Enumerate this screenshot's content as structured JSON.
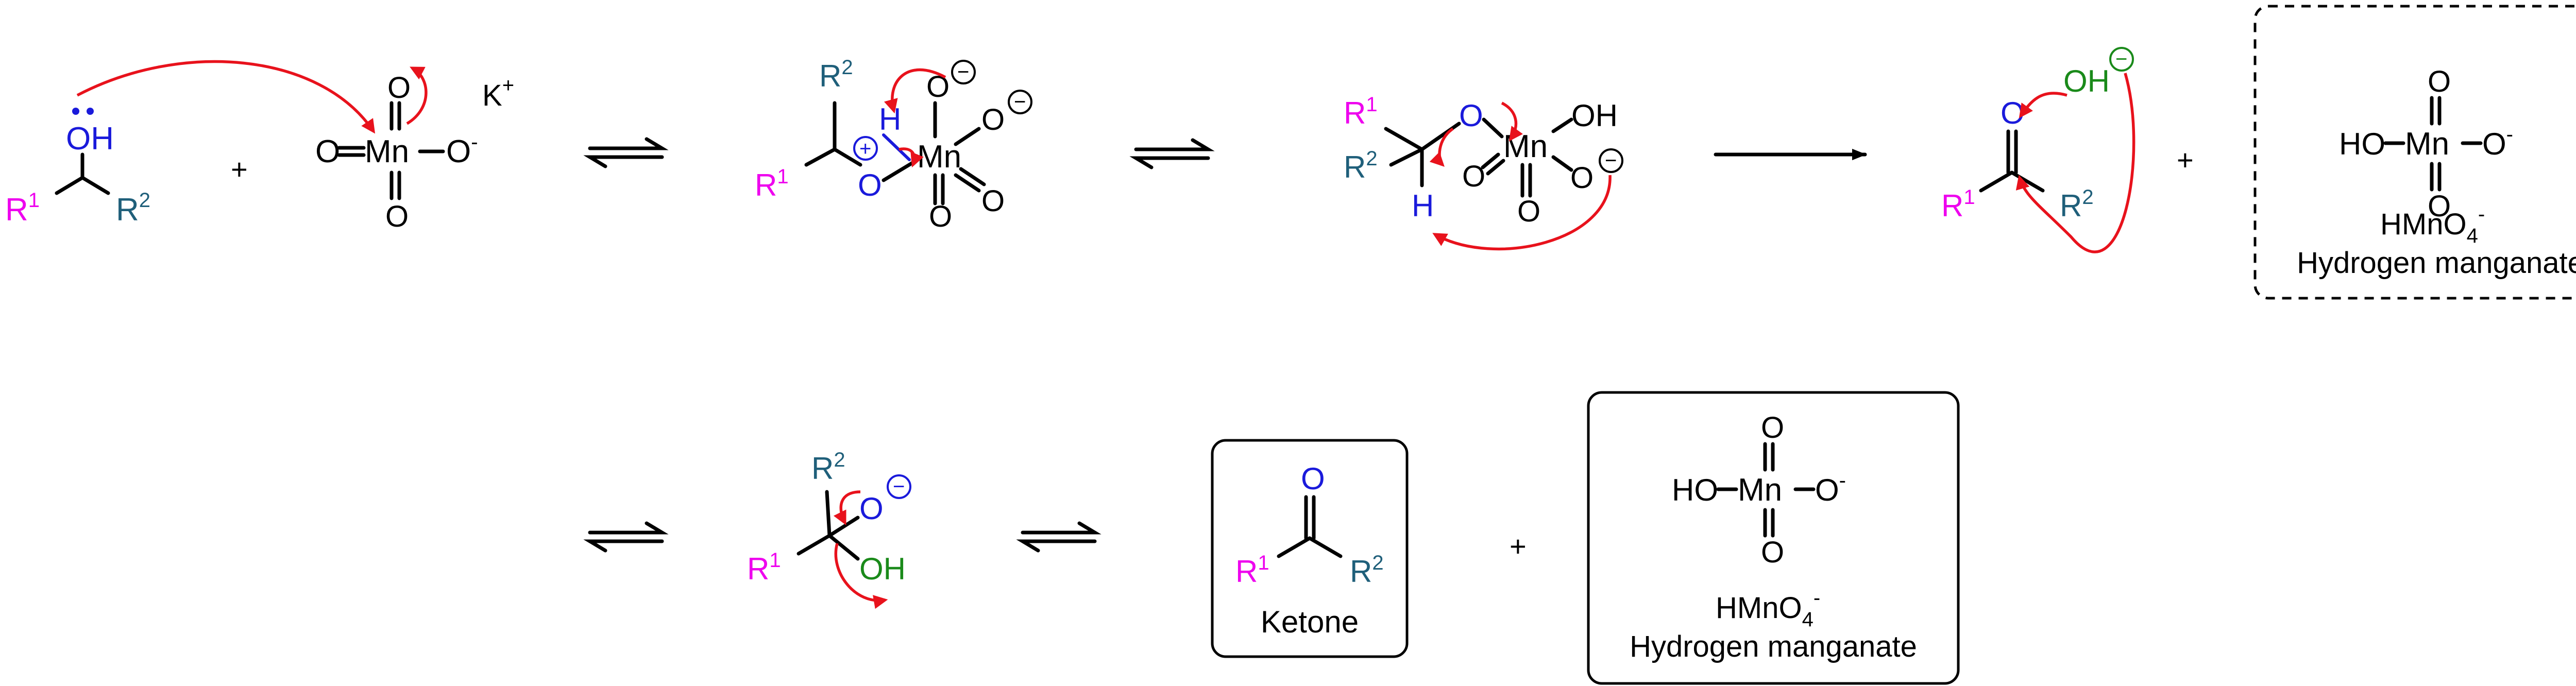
{
  "colors": {
    "R1": "#ee00ee",
    "R2": "#1f5f7a",
    "oxygen": "#1a1adb",
    "hydroxide": "#1a8a1a",
    "curved_arrow": "#e8121c",
    "black": "#000000"
  },
  "labels": {
    "R": "R",
    "sup1": "1",
    "sup2": "2",
    "OH": "OH",
    "HO": "HO",
    "O": "O",
    "H": "H",
    "Mn": "Mn",
    "K": "K",
    "plus_sup": "+",
    "minus_sup": "-",
    "plus": "+",
    "charge_minus": "−",
    "charge_plus": "+",
    "HMnO": "HMnO",
    "sub4": "4",
    "hydrogen_manganate": "Hydrogen manganate",
    "ketone": "Ketone"
  },
  "icons": {
    "equilibrium": "equilibrium-harpoon-arrows-icon",
    "forward": "forward-reaction-arrow-icon",
    "curved": "curved-electron-arrow-icon",
    "charge": "circled-charge-icon"
  }
}
